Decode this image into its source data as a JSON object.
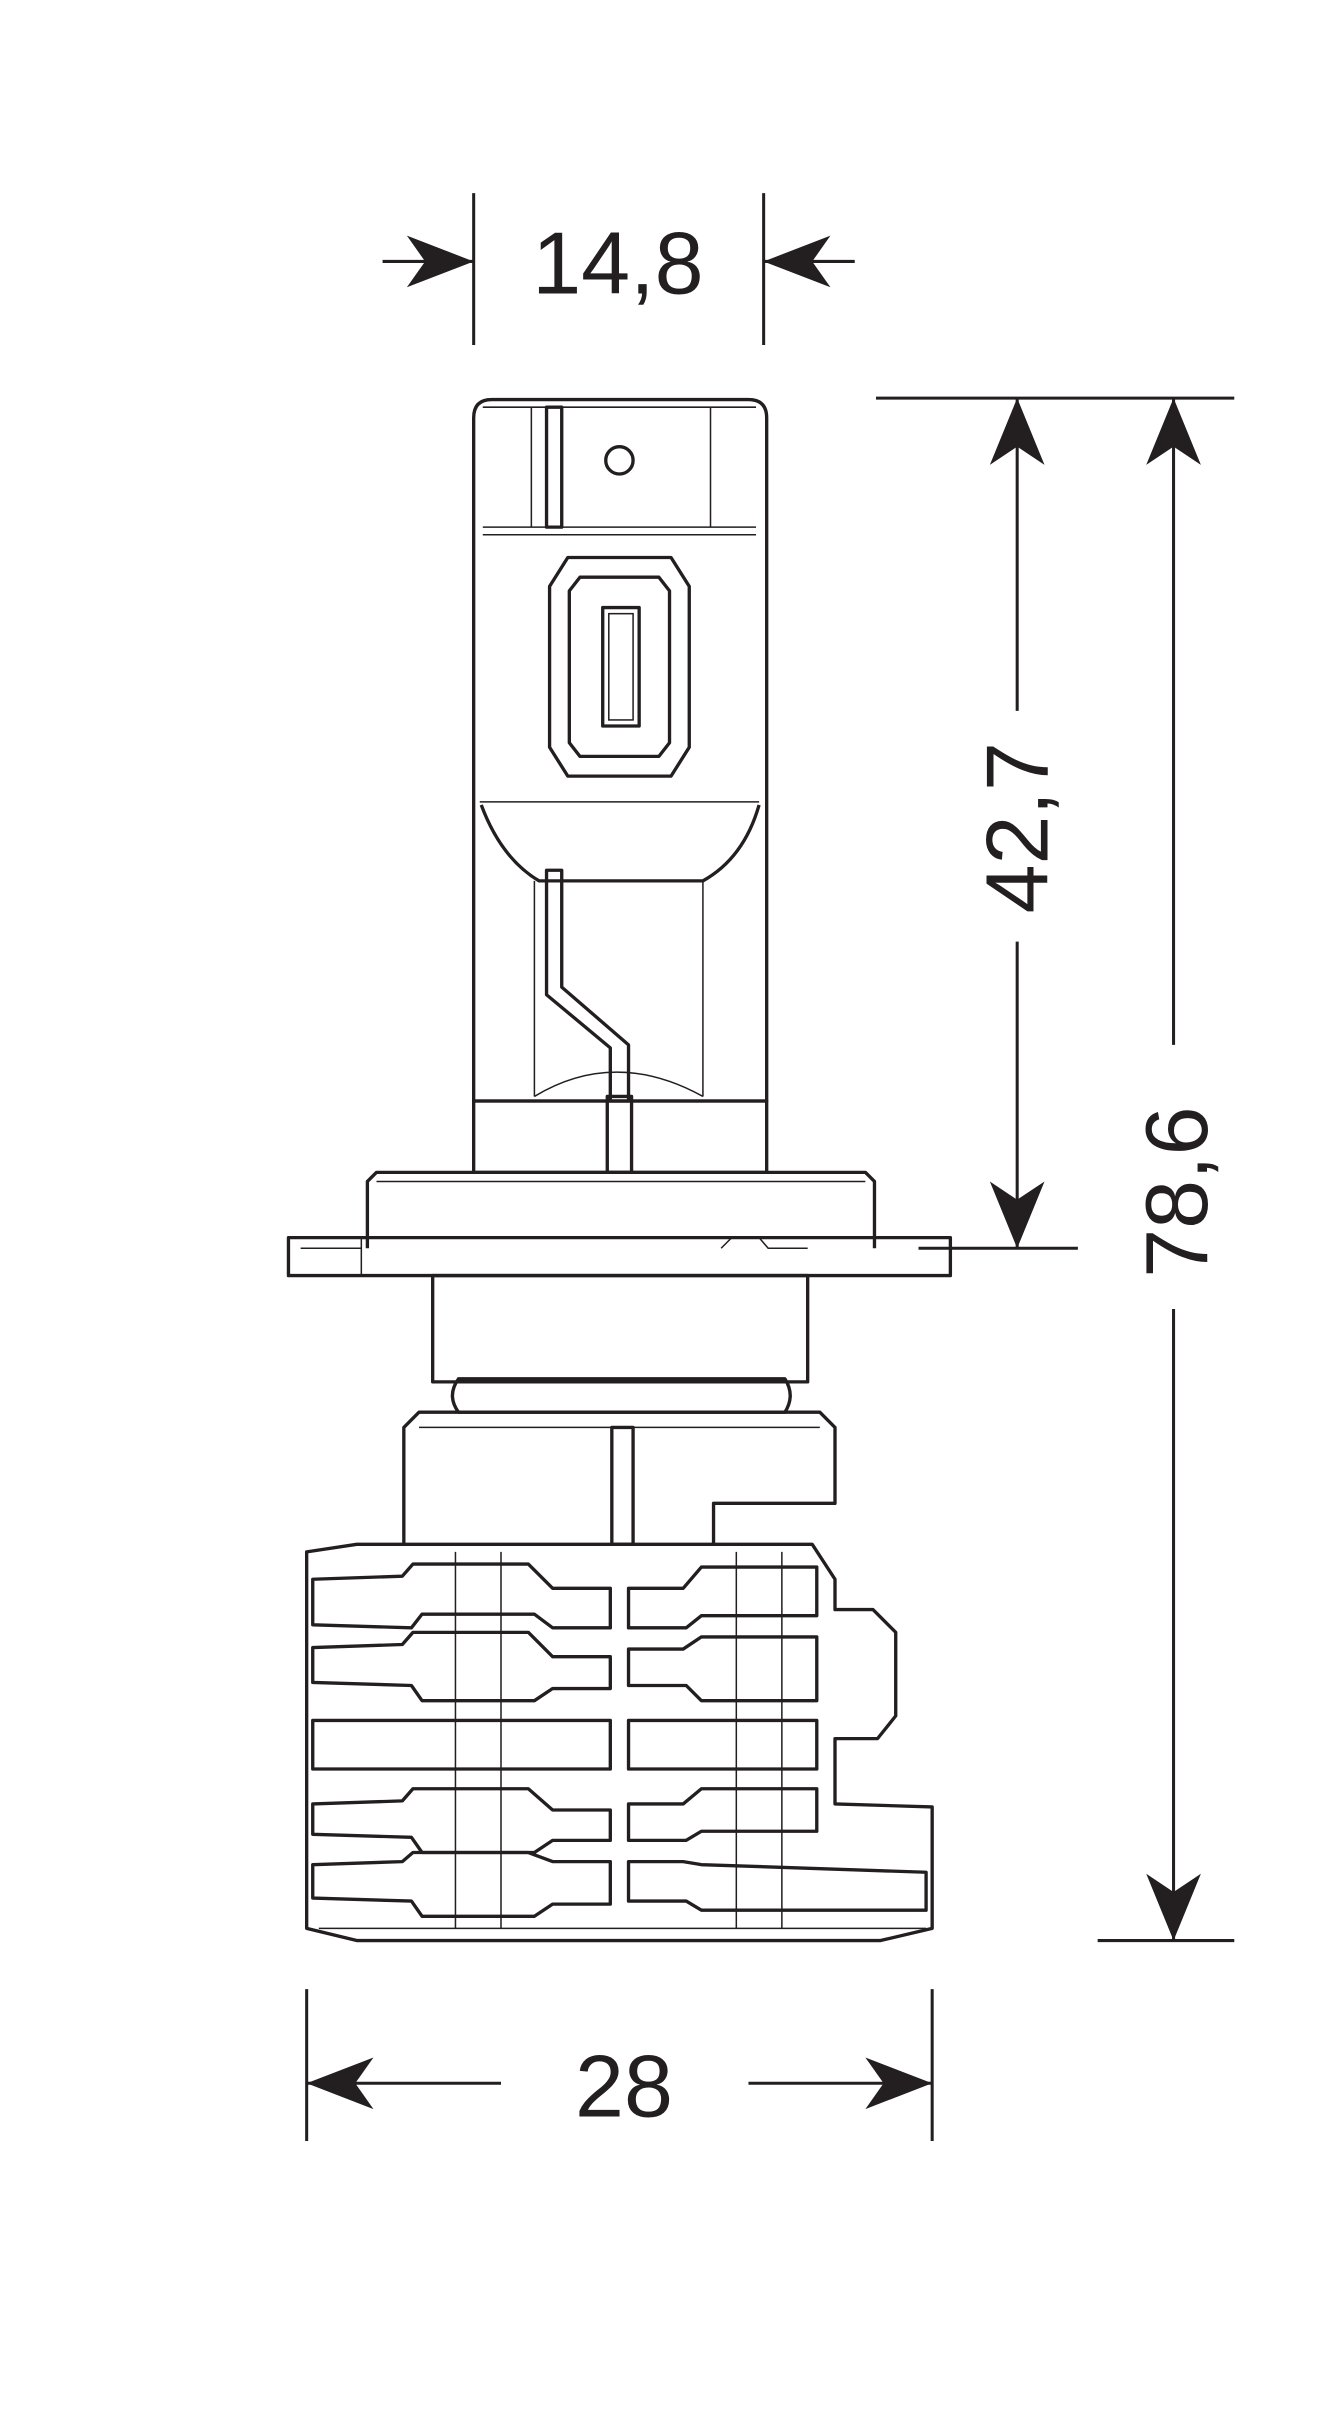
{
  "title": "LED bulb dimension drawing",
  "dimensions": {
    "head_width": "14,8",
    "light_center_height": "42,7",
    "total_length": "78,6",
    "heatsink_width": "28"
  },
  "colors": {
    "line": "#231f20",
    "background": "#ffffff"
  }
}
